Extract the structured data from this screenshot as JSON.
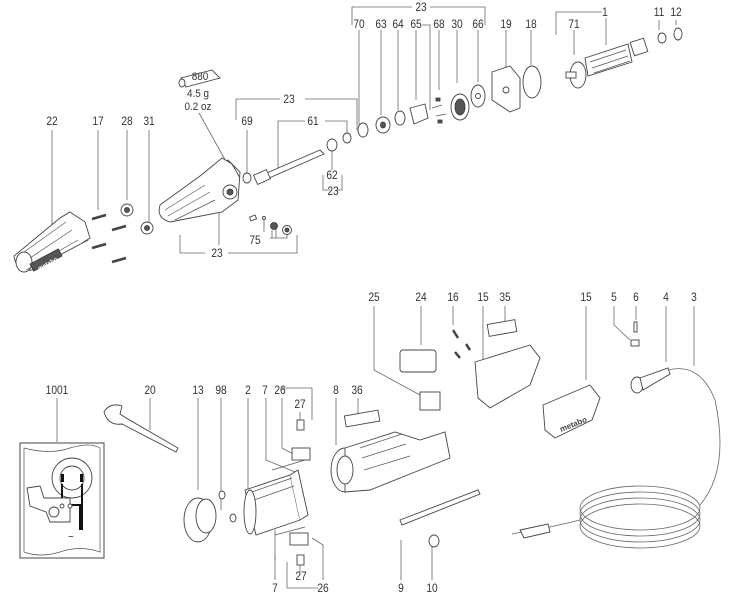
{
  "diagram": {
    "title": "Exploded parts view — straight grinder",
    "brand_text": "metabo",
    "part_labels": {
      "p22": "22",
      "p17": "17",
      "p28": "28",
      "p31": "31",
      "p880": "880",
      "grease_weight_g": "4.5 g",
      "grease_weight_oz": "0.2 oz",
      "p23_top": "23",
      "p69": "69",
      "p61": "61",
      "p62": "62",
      "p23_sub62": "23",
      "p23_bottom": "23",
      "p75": "75",
      "p23_group": "23",
      "p70": "70",
      "p63": "63",
      "p64": "64",
      "p65": "65",
      "p68": "68",
      "p30": "30",
      "p66": "66",
      "p19": "19",
      "p18": "18",
      "p1": "1",
      "p71": "71",
      "p11": "11",
      "p12": "12",
      "p25": "25",
      "p24": "24",
      "p16": "16",
      "p15a": "15",
      "p35": "35",
      "p15b": "15",
      "p5": "5",
      "p6": "6",
      "p4": "4",
      "p3": "3",
      "p1001": "1001",
      "p20": "20",
      "p13": "13",
      "p98": "98",
      "p2": "2",
      "p7a": "7",
      "p26a": "26",
      "p27a": "27",
      "p8": "8",
      "p36": "36",
      "p7b": "7",
      "p27b": "27",
      "p26b": "26",
      "p9": "9",
      "p10": "10"
    },
    "wiring_symbol": "~"
  }
}
